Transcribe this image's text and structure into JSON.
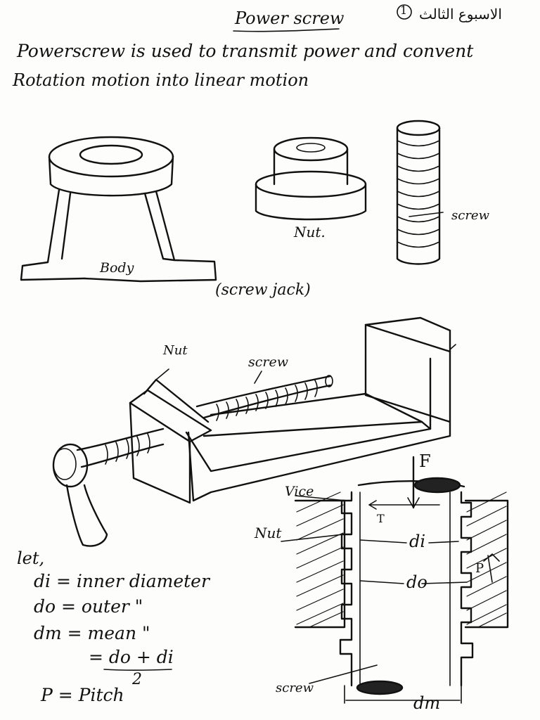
{
  "header": {
    "title": "Power screw",
    "page_number": "1",
    "arabic_note": "الاسبوع الثالث"
  },
  "intro": {
    "line1": "Powerscrew is used to transmit power and convent",
    "line2": "Rotation motion into linear motion"
  },
  "figure_top": {
    "body_label": "Body",
    "nut_label": "Nut.",
    "screw_label": "screw",
    "caption": "(screw jack)"
  },
  "figure_vice": {
    "nut_label": "Nut",
    "screw_label": "screw"
  },
  "figure_section": {
    "force_label": "F",
    "torque_label": "T",
    "vice_label": "Vice",
    "nut_label": "Nut",
    "di_label": "di",
    "do_label": "do",
    "pitch_label": "P",
    "screw_label": "screw",
    "dm_label": "dm"
  },
  "definitions": {
    "let": "let,",
    "di_line": "di  = inner diameter",
    "do_line": "do  = outer    \"",
    "dm_line": "dm  = mean     \"",
    "formula_num": "= do + di",
    "formula_den": "2",
    "pitch_line": "P = Pitch"
  }
}
